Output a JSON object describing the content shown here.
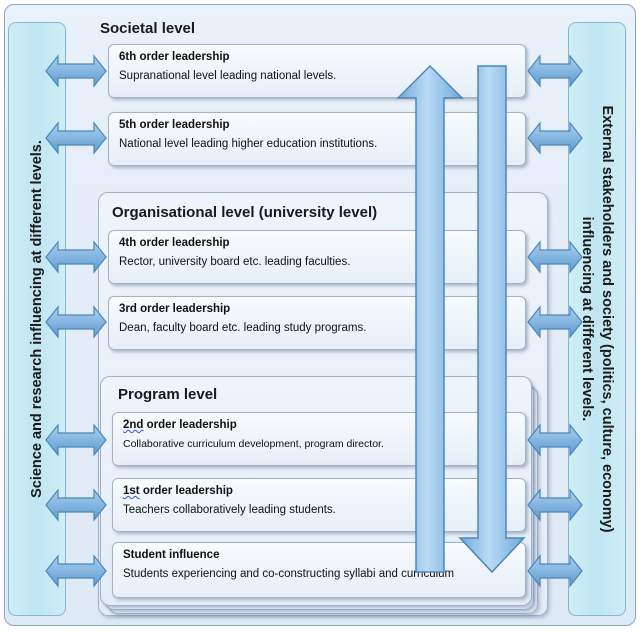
{
  "sidebars": {
    "left_label": "Science and research influencing at different levels.",
    "right_label_line1": "External stakeholders and society (politics, culture, economy)",
    "right_label_line2": "influencing at different levels."
  },
  "groups": {
    "societal": "Societal level",
    "organisational": "Organisational level (university level)",
    "program": "Program level"
  },
  "boxes": [
    {
      "title": "6th order leadership",
      "desc": "Supranational level leading national levels."
    },
    {
      "title": "5th order leadership",
      "desc": "National level leading higher education institutions."
    },
    {
      "title": "4th order leadership",
      "desc": "Rector, university board etc. leading faculties."
    },
    {
      "title": "3rd order leadership",
      "desc": "Dean, faculty board etc. leading study programs."
    },
    {
      "title_prefix": "2nd",
      "title_rest": " order leadership",
      "desc": "Collaborative curriculum development, program director."
    },
    {
      "title_prefix": "1st",
      "title_rest": " order leadership",
      "desc": "Teachers collaboratively leading students."
    },
    {
      "title": "Student influence",
      "desc": "Students experiencing and co-constructing syllabi and curriculum"
    }
  ],
  "colors": {
    "arrow_fill": "#8fbde6",
    "arrow_stroke": "#4e86b8",
    "sidebar_fill": "#c6eaf4"
  }
}
